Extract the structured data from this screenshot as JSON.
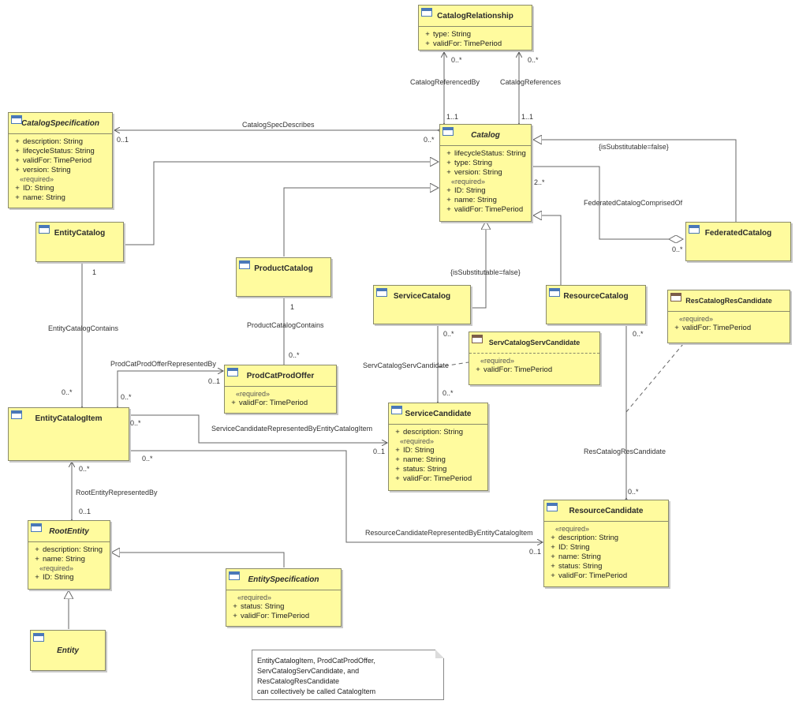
{
  "classes": {
    "catalog_relationship": {
      "name": "CatalogRelationship",
      "attrs": [
        {
          "vis": "+",
          "text": "type: String"
        },
        {
          "vis": "+",
          "text": "validFor: TimePeriod"
        }
      ]
    },
    "catalog_specification": {
      "name": "CatalogSpecification",
      "attrs": [
        {
          "vis": "+",
          "text": "description: String"
        },
        {
          "vis": "+",
          "text": "lifecycleStatus: String"
        },
        {
          "vis": "+",
          "text": "validFor: TimePeriod"
        },
        {
          "vis": "+",
          "text": "version: String"
        }
      ],
      "stereotype": "«required»",
      "req_attrs": [
        {
          "vis": "+",
          "text": "ID: String"
        },
        {
          "vis": "+",
          "text": "name: String"
        }
      ]
    },
    "catalog": {
      "name": "Catalog",
      "attrs": [
        {
          "vis": "+",
          "text": "lifecycleStatus: String"
        },
        {
          "vis": "+",
          "text": "type: String"
        },
        {
          "vis": "+",
          "text": "version: String"
        }
      ],
      "stereotype": "«required»",
      "req_attrs": [
        {
          "vis": "+",
          "text": "ID: String"
        },
        {
          "vis": "+",
          "text": "name: String"
        },
        {
          "vis": "+",
          "text": "validFor: TimePeriod"
        }
      ]
    },
    "entity_catalog": {
      "name": "EntityCatalog"
    },
    "product_catalog": {
      "name": "ProductCatalog"
    },
    "federated_catalog": {
      "name": "FederatedCatalog"
    },
    "service_catalog": {
      "name": "ServiceCatalog"
    },
    "resource_catalog": {
      "name": "ResourceCatalog"
    },
    "res_catalog_res_candidate": {
      "name": "ResCatalogResCandidate",
      "stereotype": "«required»",
      "req_attrs": [
        {
          "vis": "+",
          "text": "validFor: TimePeriod"
        }
      ]
    },
    "serv_catalog_serv_candidate": {
      "name": "ServCatalogServCandidate",
      "stereotype": "«required»",
      "req_attrs": [
        {
          "vis": "+",
          "text": "validFor: TimePeriod"
        }
      ]
    },
    "prod_cat_prod_offer": {
      "name": "ProdCatProdOffer",
      "stereotype": "«required»",
      "req_attrs": [
        {
          "vis": "+",
          "text": "validFor: TimePeriod"
        }
      ]
    },
    "entity_catalog_item": {
      "name": "EntityCatalogItem"
    },
    "service_candidate": {
      "name": "ServiceCandidate",
      "attrs": [
        {
          "vis": "+",
          "text": "description: String"
        }
      ],
      "stereotype": "«required»",
      "req_attrs": [
        {
          "vis": "+",
          "text": "ID: String"
        },
        {
          "vis": "+",
          "text": "name: String"
        },
        {
          "vis": "+",
          "text": "status: String"
        },
        {
          "vis": "+",
          "text": "validFor: TimePeriod"
        }
      ]
    },
    "root_entity": {
      "name": "RootEntity",
      "attrs": [
        {
          "vis": "+",
          "text": "description: String"
        },
        {
          "vis": "+",
          "text": "name: String"
        }
      ],
      "stereotype": "«required»",
      "req_attrs": [
        {
          "vis": "+",
          "text": "ID: String"
        }
      ]
    },
    "entity_specification": {
      "name": "EntitySpecification",
      "stereotype": "«required»",
      "req_attrs": [
        {
          "vis": "+",
          "text": "status: String"
        },
        {
          "vis": "+",
          "text": "validFor: TimePeriod"
        }
      ]
    },
    "resource_candidate": {
      "name": "ResourceCandidate",
      "stereotype": "«required»",
      "req_attrs": [
        {
          "vis": "+",
          "text": "description: String"
        },
        {
          "vis": "+",
          "text": "ID: String"
        },
        {
          "vis": "+",
          "text": "name: String"
        },
        {
          "vis": "+",
          "text": "status: String"
        },
        {
          "vis": "+",
          "text": "validFor: TimePeriod"
        }
      ]
    },
    "entity": {
      "name": "Entity"
    }
  },
  "labels": {
    "catalog_referenced_by": "CatalogReferencedBy",
    "catalog_references": "CatalogReferences",
    "catalog_spec_describes": "CatalogSpecDescribes",
    "is_substitutable_1": "{isSubstitutable=false}",
    "is_substitutable_2": "{isSubstitutable=false}",
    "federated_catalog_comprised_of": "FederatedCatalogComprisedOf",
    "entity_catalog_contains": "EntityCatalogContains",
    "product_catalog_contains": "ProductCatalogContains",
    "prod_cat_prod_offer_represented_by": "ProdCatProdOfferRepresentedBy",
    "serv_catalog_serv_candidate": "ServCatalogServCandidate",
    "service_candidate_represented_by": "ServiceCandidateRepresentedByEntityCatalogItem",
    "res_catalog_res_candidate": "ResCatalogResCandidate",
    "root_entity_represented_by": "RootEntityRepresentedBy",
    "resource_candidate_represented_by": "ResourceCandidateRepresentedByEntityCatalogItem"
  },
  "multiplicities": {
    "m1": "0..*",
    "m2": "0..*",
    "m3": "1..1",
    "m4": "1..1",
    "m5": "0..1",
    "m6": "0..*",
    "m7": "2..*",
    "m8": "0..*",
    "m9": "1",
    "m10": "0..*",
    "m11": "1",
    "m12": "0..*",
    "m13": "0..1",
    "m14": "0..*",
    "m15": "0..*",
    "m16": "0..*",
    "m17": "0..*",
    "m18": "0..1",
    "m19": "0..*",
    "m20": "0..*",
    "m21": "0..*",
    "m22": "0..1",
    "m23": "0..*",
    "m24": "0..1"
  },
  "note": {
    "lines": [
      "EntityCatalogItem, ProdCatProdOffer,",
      "ServCatalogServCandidate, and ResCatalogResCandidate",
      "can collectively be called CatalogItem"
    ]
  }
}
